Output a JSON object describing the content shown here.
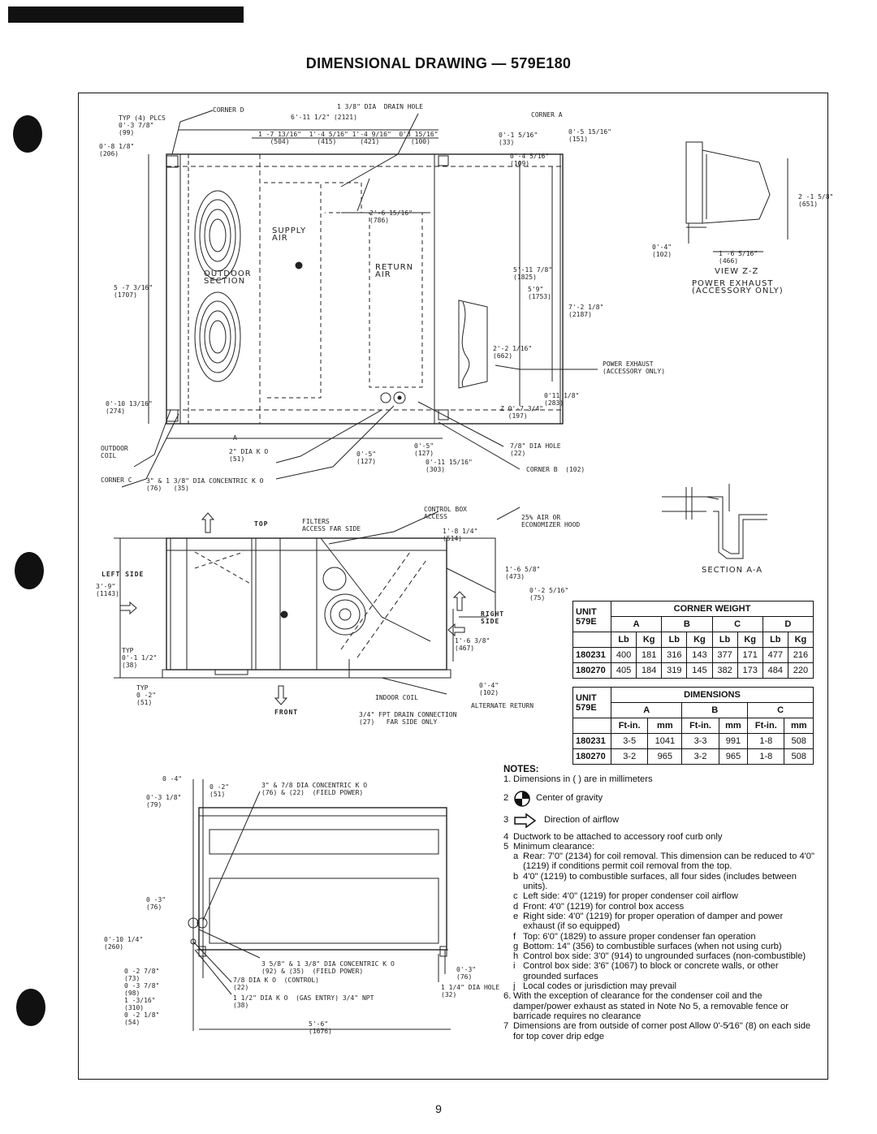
{
  "title": "DIMENSIONAL DRAWING — 579E180",
  "page_number": "9",
  "labels": {
    "corner_d": "CORNER D",
    "typ_plcs": "TYP (4) PLCS\n0'-3 7/8\"\n(99)",
    "drain_hole": "1 3/8\" DIA  DRAIN HOLE",
    "drain_dim": "6'-11 1/2\" (2121)",
    "corner_a": "CORNER A",
    "top_dims": "1 -7 13/16\"  1'-4 5/16\" 1'-4 9/16\"  0'3 15/16\"\n   (504)       (415)      (421)        (100)",
    "dim_0_1": "0'-1 5/16\"\n(33)",
    "dim_0_5": "0'-5 15/16\"\n(151)",
    "dim_0_4": "0'-4 5/16\"\n(109)",
    "dim_0_8": "0'-8 1/8\"\n(206)",
    "dim_2_6": "2'-6 15/16\"\n(786)",
    "supply_air": "SUPPLY\nAIR",
    "return_air": "RETURN\nAIR",
    "outdoor_section": "OUTDOOR\nSECTION",
    "dim_5_7": "5 -7 3/16\"\n(1707)",
    "dim_5_11": "5'-11 7/8\"\n(1825)",
    "dim_5_9": "5'9\"\n(1753)",
    "dim_7_2": "7'-2 1/8\"\n(2187)",
    "dim_2_2": "2'-2 1/16\"\n(662)",
    "power_exhaust": "POWER EXHAUST\n(ACCESSORY ONLY)",
    "dim_0_10": "0'-10 13/16\"\n(274)",
    "dim_0_11": "0'11 1/8\"\n(283)",
    "dim_z": "Z 0'-7 3/4\"\n  (197)",
    "outdoor_coil": "OUTDOOR\nCOIL",
    "a_label": "A",
    "ko_2": "2\" DIA K O\n(51)",
    "dim_0_5b": "0'-5\"\n(127)",
    "dim_0_5c": "0'-5\"\n(127)",
    "dim_0_11b": "0'-11 15/16\"\n(303)",
    "hole_7_8": "7/8\" DIA HOLE\n(22)",
    "corner_b": "CORNER B  (102)",
    "corner_c": "CORNER C",
    "ko_3": "3\" & 1 3/8\" DIA CONCENTRIC K O\n(76)   (35)",
    "view_zz": "2 -1 5/8\"\n(651)",
    "view_zz_dims": "0'-4\"\n(102)",
    "view_zz_dim2": "1 -6 5/16\"\n(466)",
    "view_zz_title": "VIEW Z-Z",
    "power_exhaust2": "POWER EXHAUST\n(ACCESSORY ONLY)",
    "control_box": "CONTROL BOX\nACCESS",
    "filters": "FILTERS\nACCESS FAR SIDE",
    "top_label": "TOP",
    "dim_1_8": "1'-8 1/4\"\n(514)",
    "air_econ": "25% AIR OR\nECONOMIZER HOOD",
    "left_side": "LEFT SIDE",
    "dim_3_9": "3'-9\"\n(1143)",
    "dim_1_6": "1'-6 5/8\"\n(473)",
    "dim_0_2": "0'-2 5/16\"\n(75)",
    "right_side": "RIGHT\nSIDE",
    "dim_1_6b": "1'-6 3/8\"\n(467)",
    "typ_c": "TYP\n0'-1 1/2\"\n(38)",
    "typ_0_2": "TYP\n0 -2\"\n(51)",
    "front_label": "FRONT",
    "indoor_coil": "INDOOR COIL",
    "dim_0_4b": "0'-4\"\n(102)",
    "alt_return": "ALTERNATE RETURN",
    "fpt_drain": "3/4\" FPT DRAIN CONNECTION\n(27)   FAR SIDE ONLY",
    "section_aa": "SECTION A-A",
    "bot_dims1": "0 -4\"",
    "bot_dims2": "0'-3 1/8\"\n(79)",
    "bot_0_2": "0 -2\"\n(51)",
    "bot_field_power": "3\" & 7/8 DIA CONCENTRIC K O\n(76) & (22)  (FIELD POWER)",
    "bot_0_3": "0 -3\"\n(76)",
    "bot_0_10": "0'-10 1/4\"\n(260)",
    "bot_3_5": "3 5/8\" & 1 3/8\" DIA CONCENTRIC K O\n(92) & (35)  (FIELD POWER)",
    "bot_7_8": "7/8 DIA K O  (CONTROL)\n(22)",
    "bot_1_12": "1 1/2\" DIA K O  (GAS ENTRY) 3/4\" NPT\n(38)",
    "bot_left_dims": "0 -2 7/8\"\n(73)\n0 -3 7/8\"\n(98)\n1 -3/16\"\n(310)\n0 -2 1/8\"\n(54)",
    "bot_0_3b": "0'-3\"\n(76)",
    "bot_1_14": "1 1/4\" DIA HOLE\n(32)",
    "bot_5_6": "5'-6\"\n(1676)"
  },
  "corner_weight": {
    "unit_label": "UNIT\n579E",
    "title": "CORNER WEIGHT",
    "cols": [
      "A",
      "B",
      "C",
      "D"
    ],
    "units": [
      "Lb",
      "Kg",
      "Lb",
      "Kg",
      "Lb",
      "Kg",
      "Lb",
      "Kg"
    ],
    "rows": [
      {
        "unit": "180231",
        "vals": [
          "400",
          "181",
          "316",
          "143",
          "377",
          "171",
          "477",
          "216"
        ]
      },
      {
        "unit": "180270",
        "vals": [
          "405",
          "184",
          "319",
          "145",
          "382",
          "173",
          "484",
          "220"
        ]
      }
    ]
  },
  "dimensions": {
    "unit_label": "UNIT\n579E",
    "title": "DIMENSIONS",
    "cols": [
      "A",
      "B",
      "C"
    ],
    "units": [
      "Ft-in.",
      "mm",
      "Ft-in.",
      "mm",
      "Ft-in.",
      "mm"
    ],
    "rows": [
      {
        "unit": "180231",
        "vals": [
          "3-5",
          "1041",
          "3-3",
          "991",
          "1-8",
          "508"
        ]
      },
      {
        "unit": "180270",
        "vals": [
          "3-2",
          "965",
          "3-2",
          "965",
          "1-8",
          "508"
        ]
      }
    ]
  },
  "notes": {
    "heading": "NOTES:",
    "n1": "Dimensions in (   ) are in millimeters",
    "n2": "Center of gravity",
    "n3": "Direction of airflow",
    "n4": "Ductwork to be attached to accessory roof curb only",
    "n5": "Minimum clearance:",
    "a": "Rear: 7'0\" (2134) for coil removal. This dimension can be reduced to 4'0\" (1219) if conditions permit coil removal from the top.",
    "b": "4'0\" (1219) to combustible surfaces, all four sides (includes between units).",
    "c": "Left side: 4'0\" (1219) for proper condenser coil airflow",
    "d": "Front: 4'0\" (1219) for control box access",
    "e": "Right side: 4'0\" (1219) for proper operation of damper and power exhaust (if so equipped)",
    "f": "Top: 6'0\" (1829) to assure proper condenser fan operation",
    "g": "Bottom: 14\" (356) to combustible surfaces (when not using curb)",
    "h": "Control box side: 3'0\" (914) to ungrounded surfaces (non-combustible)",
    "i": "Control box side: 3'6\" (1067) to block or concrete walls, or other grounded surfaces",
    "j": "Local codes or jurisdiction may prevail",
    "n6": "With the exception of clearance for the condenser coil and the damper/power exhaust as stated in Note No 5, a removable fence or barricade requires no clearance",
    "n7": "Dimensions are from outside of corner post  Allow 0'-5⁄16\" (8) on each side for top cover drip edge"
  }
}
